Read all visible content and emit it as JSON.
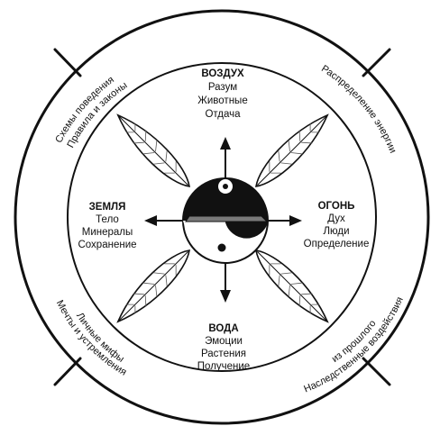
{
  "wheel": {
    "north": {
      "title": "ВОЗДУХ",
      "lines": [
        "Разум",
        "Животные",
        "Отдача"
      ]
    },
    "east": {
      "title": "ОГОНЬ",
      "lines": [
        "Дух",
        "Люди",
        "Определение"
      ]
    },
    "south": {
      "title": "ВОДА",
      "lines": [
        "Эмоции",
        "Растения",
        "Получение"
      ]
    },
    "west": {
      "title": "ЗЕМЛЯ",
      "lines": [
        "Тело",
        "Минералы",
        "Сохранение"
      ]
    },
    "ring": {
      "top_left": [
        "Схемы поведения",
        "Правила и законы"
      ],
      "top_right": [
        "Распределение энергии"
      ],
      "bottom_left": [
        "Мечты и устремления",
        "Личные мифы"
      ],
      "bottom_right": [
        "Наследственные воздействия",
        "из прошлого"
      ]
    },
    "colors": {
      "ink": "#111111",
      "paper": "#ffffff",
      "shade": "#7a7a7a"
    },
    "icons": [
      "yin-yang-icon",
      "feather-icon",
      "arrow-icon"
    ]
  }
}
